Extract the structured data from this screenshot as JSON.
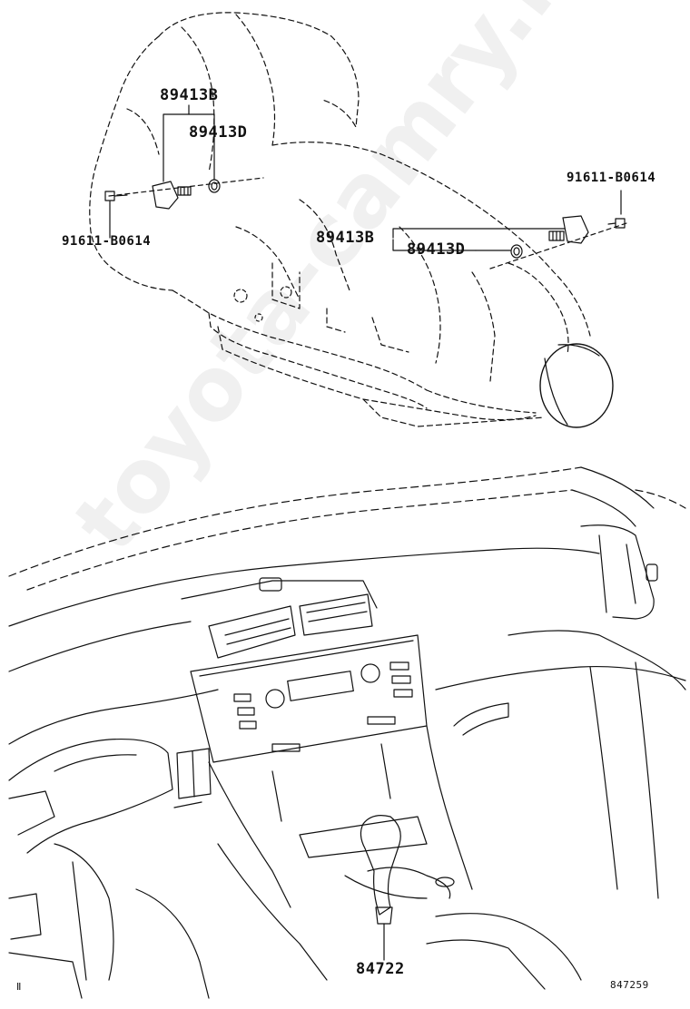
{
  "labels": {
    "top_sensor_b": "89413B",
    "top_gasket_d": "89413D",
    "left_bolt": "91611-B0614",
    "right_bolt": "91611-B0614",
    "right_sensor_b": "89413B",
    "right_gasket_d": "89413D",
    "shift_part": "84722"
  },
  "footer": {
    "left_mark": "Ⅱ",
    "figure_number": "847259"
  },
  "watermark": "toyota-camry.ru",
  "colors": {
    "line": "#111111",
    "background": "#ffffff"
  }
}
